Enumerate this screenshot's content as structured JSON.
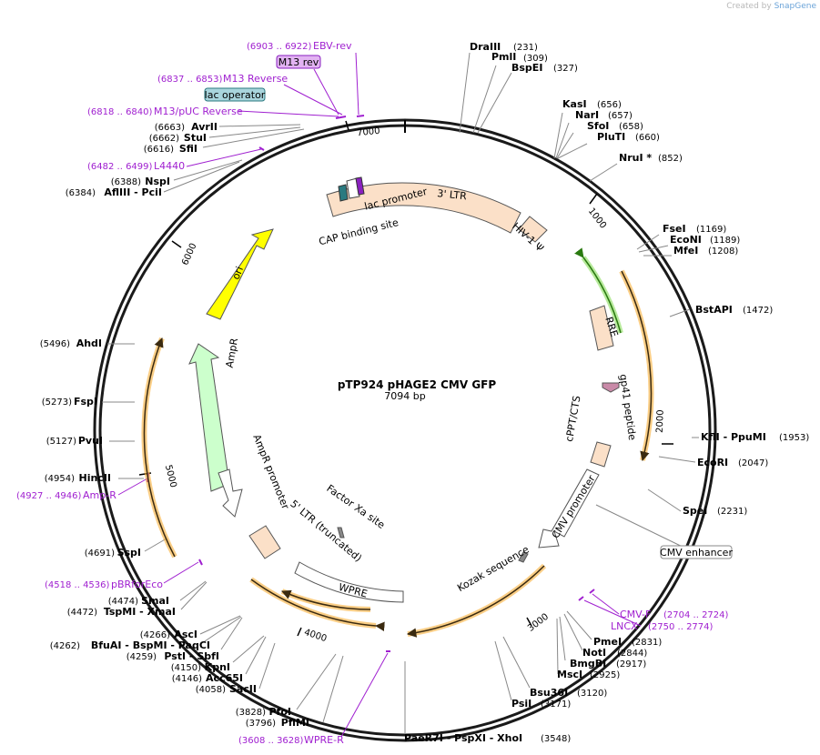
{
  "credit": {
    "prefix": "Created by",
    "brand": "SnapGene"
  },
  "plasmid": {
    "name": "pTP924 pHAGE2 CMV GFP",
    "length": "7094 bp"
  },
  "ticks": [
    "1000",
    "2000",
    "3000",
    "4000",
    "5000",
    "6000",
    "7000"
  ],
  "enzymes": [
    {
      "name": "DraIII",
      "pos": "(231)"
    },
    {
      "name": "PmlI",
      "pos": "(309)"
    },
    {
      "name": "BspEI",
      "pos": "(327)"
    },
    {
      "name": "KasI",
      "pos": "(656)"
    },
    {
      "name": "NarI",
      "pos": "(657)"
    },
    {
      "name": "SfoI",
      "pos": "(658)"
    },
    {
      "name": "PluTI",
      "pos": "(660)"
    },
    {
      "name": "NruI *",
      "pos": "(852)"
    },
    {
      "name": "FseI",
      "pos": "(1169)"
    },
    {
      "name": "EcoNI",
      "pos": "(1189)"
    },
    {
      "name": "MfeI",
      "pos": "(1208)"
    },
    {
      "name": "BstAPI",
      "pos": "(1472)"
    },
    {
      "name": "KflI - PpuMI",
      "pos": "(1953)"
    },
    {
      "name": "EcoRI",
      "pos": "(2047)"
    },
    {
      "name": "SpeI",
      "pos": "(2231)"
    },
    {
      "name": "PmeI",
      "pos": "(2831)"
    },
    {
      "name": "NotI",
      "pos": "(2844)"
    },
    {
      "name": "BmgBI",
      "pos": "(2917)"
    },
    {
      "name": "MscI",
      "pos": "(2925)"
    },
    {
      "name": "Bsu36I",
      "pos": "(3120)"
    },
    {
      "name": "PsiI",
      "pos": "(3171)"
    },
    {
      "name": "PaeR7I - PspXI - XhoI",
      "pos": "(3548)"
    },
    {
      "name": "PflMI",
      "pos": "(3796)"
    },
    {
      "name": "PfoI",
      "pos": "(3828)"
    },
    {
      "name": "SacII",
      "pos": "(4058)"
    },
    {
      "name": "Acc65I",
      "pos": "(4146)"
    },
    {
      "name": "KpnI",
      "pos": "(4150)"
    },
    {
      "name": "PstI - SbfI",
      "pos": "(4259)"
    },
    {
      "name": "BfuAI - BspMI - PaqCI",
      "pos": "(4262)"
    },
    {
      "name": "AscI",
      "pos": "(4266)"
    },
    {
      "name": "TspMI - XmaI",
      "pos": "(4472)"
    },
    {
      "name": "SmaI",
      "pos": "(4474)"
    },
    {
      "name": "SspI",
      "pos": "(4691)"
    },
    {
      "name": "HincII",
      "pos": "(4954)"
    },
    {
      "name": "PvuI",
      "pos": "(5127)"
    },
    {
      "name": "FspI",
      "pos": "(5273)"
    },
    {
      "name": "AhdI",
      "pos": "(5496)"
    },
    {
      "name": "AflIII - PciI",
      "pos": "(6384)"
    },
    {
      "name": "NspI",
      "pos": "(6388)"
    },
    {
      "name": "SfiI",
      "pos": "(6616)"
    },
    {
      "name": "StuI",
      "pos": "(6662)"
    },
    {
      "name": "AvrII",
      "pos": "(6663)"
    }
  ],
  "primers": [
    {
      "name": "EBV-rev",
      "pos": "(6903 .. 6922)"
    },
    {
      "name": "M13 Reverse",
      "pos": "(6837 .. 6853)"
    },
    {
      "name": "M13/pUC Reverse",
      "pos": "(6818 .. 6840)"
    },
    {
      "name": "L4440",
      "pos": "(6482 .. 6499)"
    },
    {
      "name": "Amp-R",
      "pos": "(4927 .. 4946)"
    },
    {
      "name": "pBRforEco",
      "pos": "(4518 .. 4536)"
    },
    {
      "name": "WPRE-R",
      "pos": "(3608 .. 3628)"
    },
    {
      "name": "CMV-F",
      "pos": "(2704 .. 2724)"
    },
    {
      "name": "LNCX",
      "pos": "(2750 .. 2774)"
    }
  ],
  "boxed_labels": {
    "m13_rev": "M13 rev",
    "lac_operator": "lac operator",
    "cmv_enhancer": "CMV enhancer"
  },
  "features": {
    "ltr3": "3' LTR",
    "hiv1": "HIV-1 Ψ",
    "rre": "RRE",
    "gp41": "gp41 peptide",
    "cppt": "cPPT/CTS",
    "cmv_promoter": "CMV promoter",
    "kozak": "Kozak sequence",
    "wpre": "WPRE",
    "ltr5": "5' LTR (truncated)",
    "factor_xa": "Factor Xa site",
    "ampr": "AmpR",
    "ampr_promoter": "AmpR promoter",
    "ori": "ori",
    "lac_promoter": "lac promoter",
    "cap": "CAP binding site"
  },
  "colors": {
    "ring": "#1a1a1a",
    "primer": "#a020d0",
    "ltr": "#fbe0c8",
    "orf_orange": "#f5a623",
    "ori": "#ffff00",
    "ampr": "#ccffcc",
    "rre_green": "#7dd84a"
  }
}
